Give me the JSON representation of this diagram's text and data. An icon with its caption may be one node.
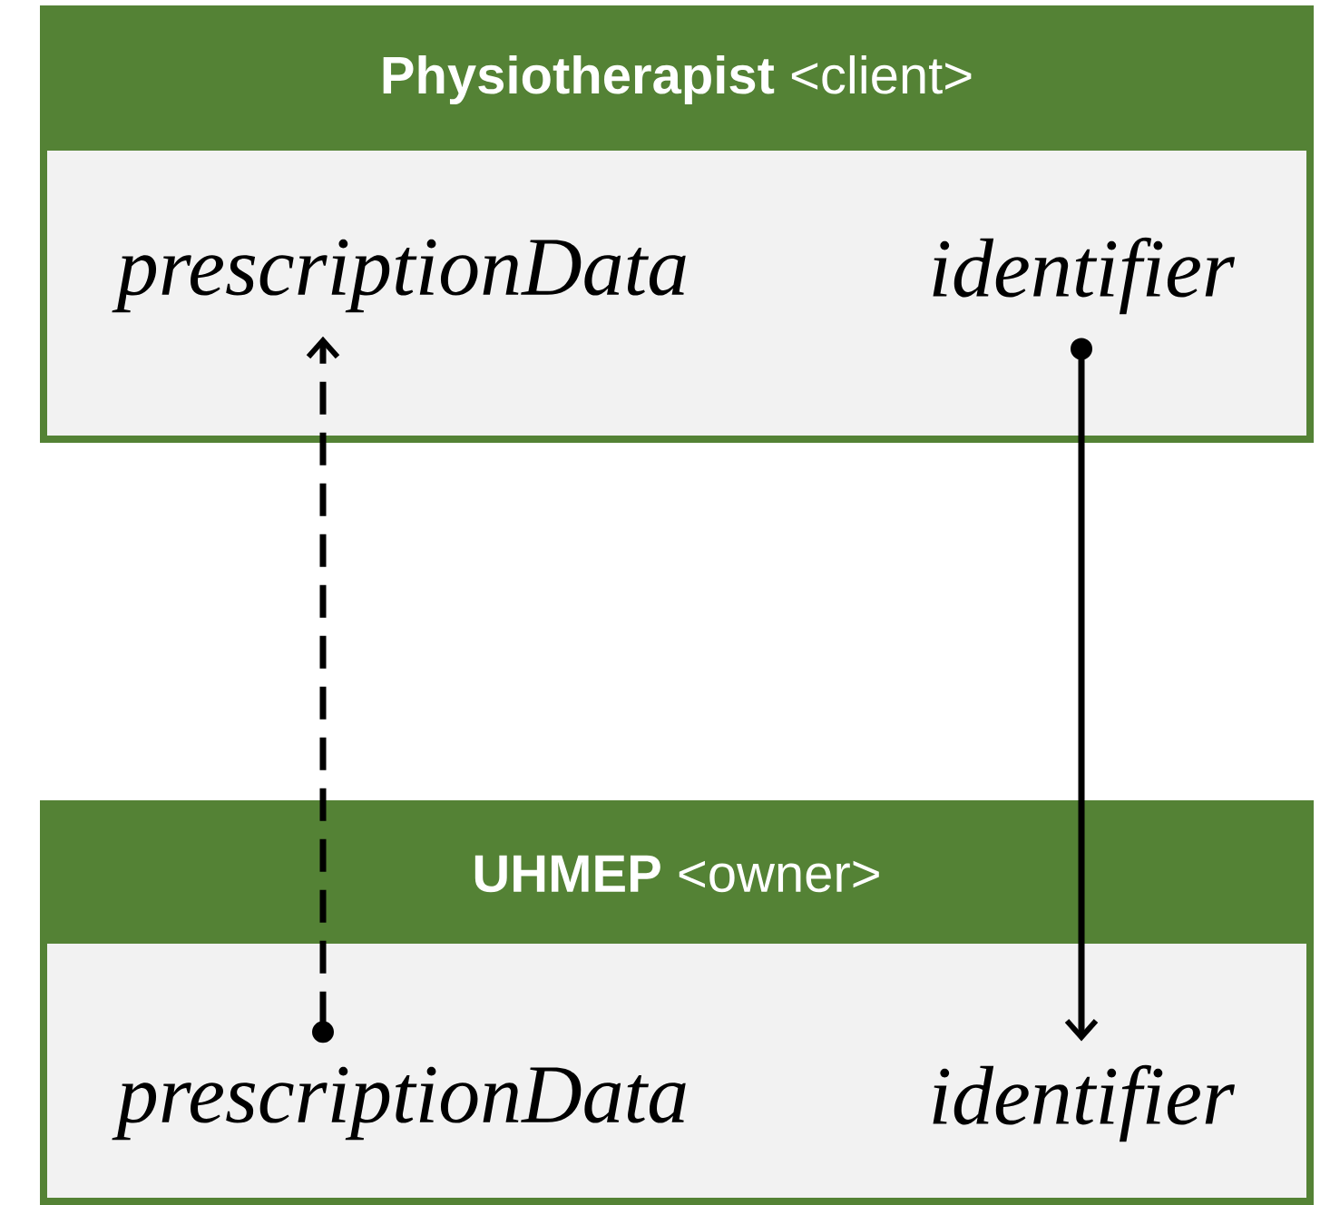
{
  "diagram": {
    "nodes": [
      {
        "text": [
          "**Physiotherapist** <client>"
        ]
      },
      {
        "text": [
          "prescriptionData"
        ],
        "in": 0
      },
      {
        "text": [
          "identifier"
        ],
        "in": 0
      },
      {
        "text": [
          "**UHMEP** <owner>"
        ]
      },
      {
        "text": [
          "prescriptionData"
        ],
        "in": 3
      },
      {
        "text": [
          "identifier"
        ],
        "in": 3
      }
    ],
    "edges": [
      {
        "from": 4,
        "to": 1,
        "arrow": "to",
        "style": "dashed"
      },
      {
        "from": 2,
        "to": 5,
        "arrow": "to"
      }
    ]
  }
}
